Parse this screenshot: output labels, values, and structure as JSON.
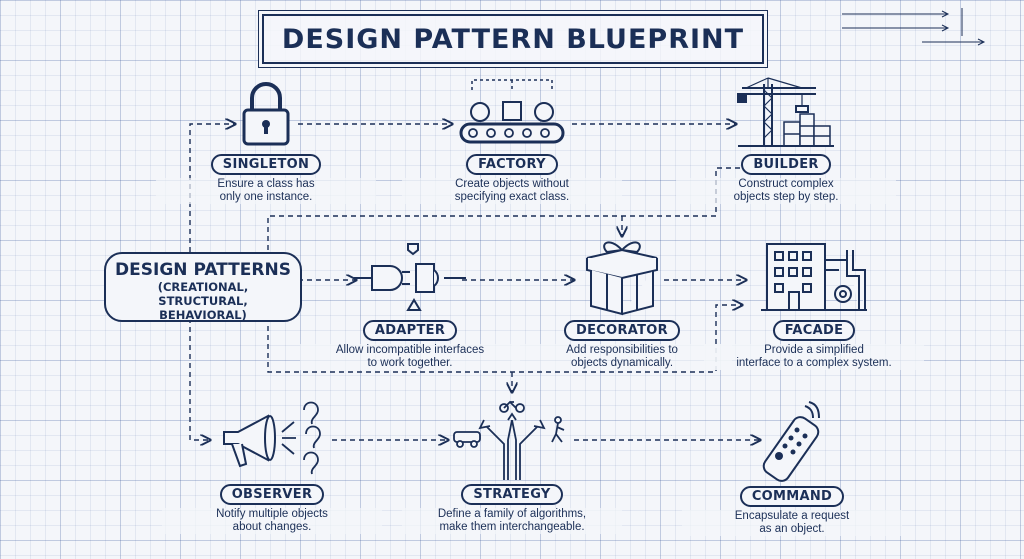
{
  "title": "DESIGN PATTERN BLUEPRINT",
  "center": {
    "title": "DESIGN PATTERNS",
    "subtitle": "(CREATIONAL, STRUCTURAL, BEHAVIORAL)"
  },
  "patterns": {
    "singleton": {
      "name": "SINGLETON",
      "desc_line1": "Ensure a class has",
      "desc_line2": "only one instance.",
      "icon": "padlock-icon"
    },
    "factory": {
      "name": "FACTORY",
      "desc_line1": "Create objects without",
      "desc_line2": "specifying exact class.",
      "icon": "conveyor-belt-icon"
    },
    "builder": {
      "name": "BUILDER",
      "desc_line1": "Construct complex",
      "desc_line2": "objects step by step.",
      "icon": "construction-crane-icon"
    },
    "adapter": {
      "name": "ADAPTER",
      "desc_line1": "Allow incompatible interfaces",
      "desc_line2": "to work together.",
      "icon": "plug-adapter-icon"
    },
    "decorator": {
      "name": "DECORATOR",
      "desc_line1": "Add responsibilities to",
      "desc_line2": "objects dynamically.",
      "icon": "gift-box-icon"
    },
    "facade": {
      "name": "FACADE",
      "desc_line1": "Provide a simplified",
      "desc_line2": "interface to a complex system.",
      "icon": "building-facade-icon"
    },
    "observer": {
      "name": "OBSERVER",
      "desc_line1": "Notify multiple objects",
      "desc_line2": "about changes.",
      "icon": "megaphone-icon"
    },
    "strategy": {
      "name": "STRATEGY",
      "desc_line1": "Define a family of algorithms,",
      "desc_line2": "make them interchangeable.",
      "icon": "crossroads-icon"
    },
    "command": {
      "name": "COMMAND",
      "desc_line1": "Encapsulate a request",
      "desc_line2": "as an object.",
      "icon": "remote-control-icon"
    }
  },
  "colors": {
    "ink": "#1b2f57",
    "paper": "#f4f6fa",
    "grid": "#4664a0"
  }
}
